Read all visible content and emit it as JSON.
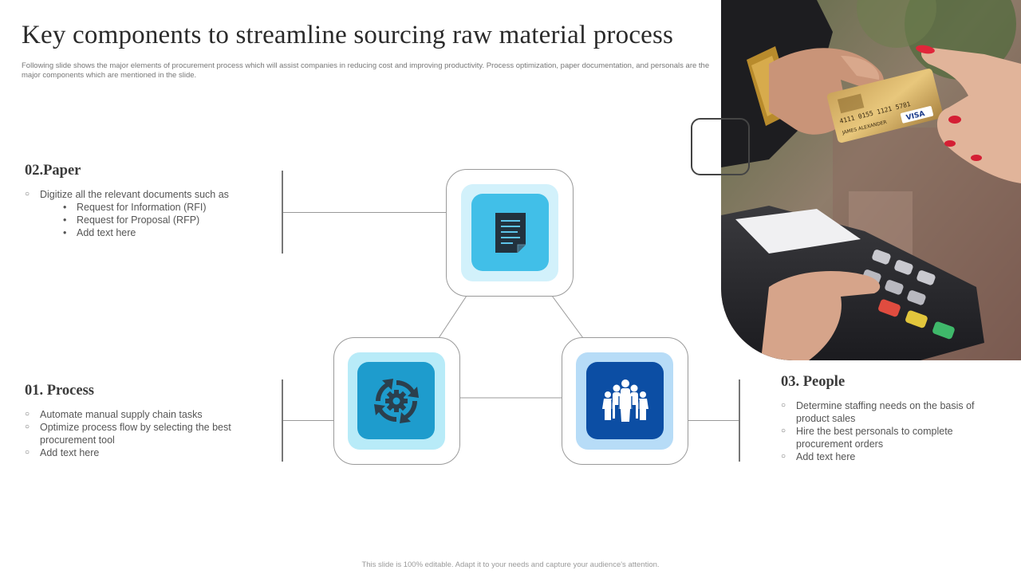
{
  "title": "Key components to streamline sourcing raw material process",
  "subtitle": "Following slide shows the major elements  of procurement process which will assist companies in reducing cost and improving productivity. Process optimization, paper documentation, and personals are the major  components which are mentioned in the slide.",
  "paper": {
    "heading": "02.Paper",
    "items": [
      "Digitize all the relevant  documents such as"
    ],
    "subitems": [
      "Request for Information  (RFI)",
      "Request for Proposal (RFP)",
      "Add text here"
    ]
  },
  "process": {
    "heading": "01. Process",
    "items": [
      "Automate manual supply chain tasks",
      "Optimize process flow  by selecting the best procurement  tool",
      "Add text here"
    ]
  },
  "people": {
    "heading": "03. People",
    "items": [
      "Determine  staffing needs on the basis of product  sales",
      "Hire the best personals to complete procurement  orders",
      "Add text here"
    ]
  },
  "photo": {
    "card_number": "4111 0155 1121 5781",
    "card_holder": "JAMES ALEXANDER",
    "card_brand": "VISA"
  },
  "icons": {
    "paper": "document-icon",
    "process": "gear-cycle-icon",
    "people": "team-icon"
  },
  "colors": {
    "paper_tile": "#41bfe8",
    "paper_halo": "#d2f1fb",
    "process_tile": "#1e9ccd",
    "process_halo": "#b8ebf8",
    "people_tile": "#0c4ea4",
    "people_halo": "#b7dcf7"
  },
  "footer": "This slide is 100% editable. Adapt it to your needs and capture your audience's attention."
}
